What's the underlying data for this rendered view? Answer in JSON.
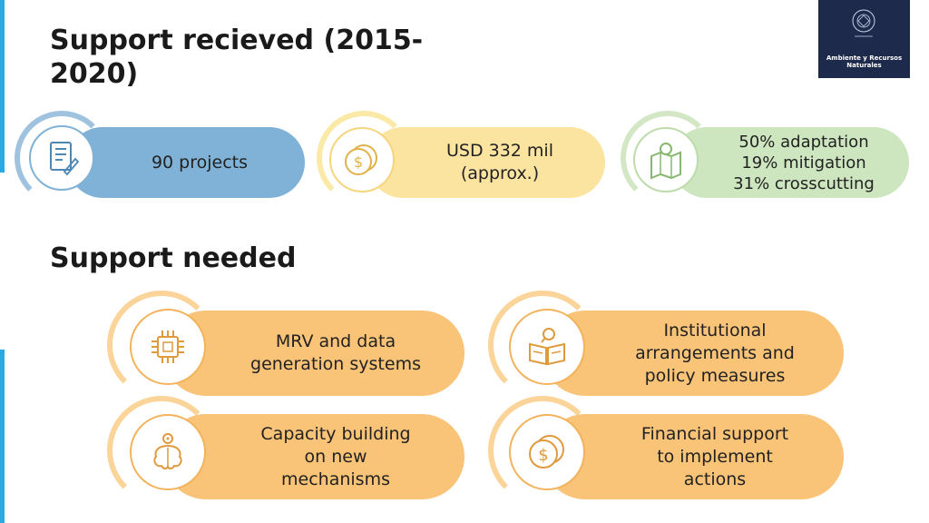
{
  "received": {
    "title": "Support recieved (2015-\n2020)",
    "items": [
      {
        "label": "90 projects",
        "icon": "checklist-icon",
        "color": "#7fb2d6",
        "ring": "#9fc3de"
      },
      {
        "label": "USD 332 mil\n(approx.)",
        "icon": "coins-icon",
        "color": "#fbe3a0",
        "ring": "#fbe9a8"
      },
      {
        "label": "50% adaptation\n19% mitigation\n31% crosscutting",
        "icon": "map-pin-icon",
        "color": "#cde6bf",
        "ring": "#d3e7c5"
      }
    ]
  },
  "needed": {
    "title": "Support needed",
    "items": [
      {
        "label": "MRV and data\ngeneration systems",
        "icon": "chip-icon"
      },
      {
        "label": "Institutional\narrangements and\npolicy measures",
        "icon": "book-search-icon"
      },
      {
        "label": "Capacity building\non new\nmechanisms",
        "icon": "brain-gear-icon"
      },
      {
        "label": "Financial support\nto implement\nactions",
        "icon": "coins-icon"
      }
    ],
    "color": "#f9c378",
    "ring": "#fbd49a"
  },
  "logo": {
    "text": "Ambiente y Recursos\nNaturales",
    "color": "#1d2a4b"
  },
  "accent": "#29abe2"
}
